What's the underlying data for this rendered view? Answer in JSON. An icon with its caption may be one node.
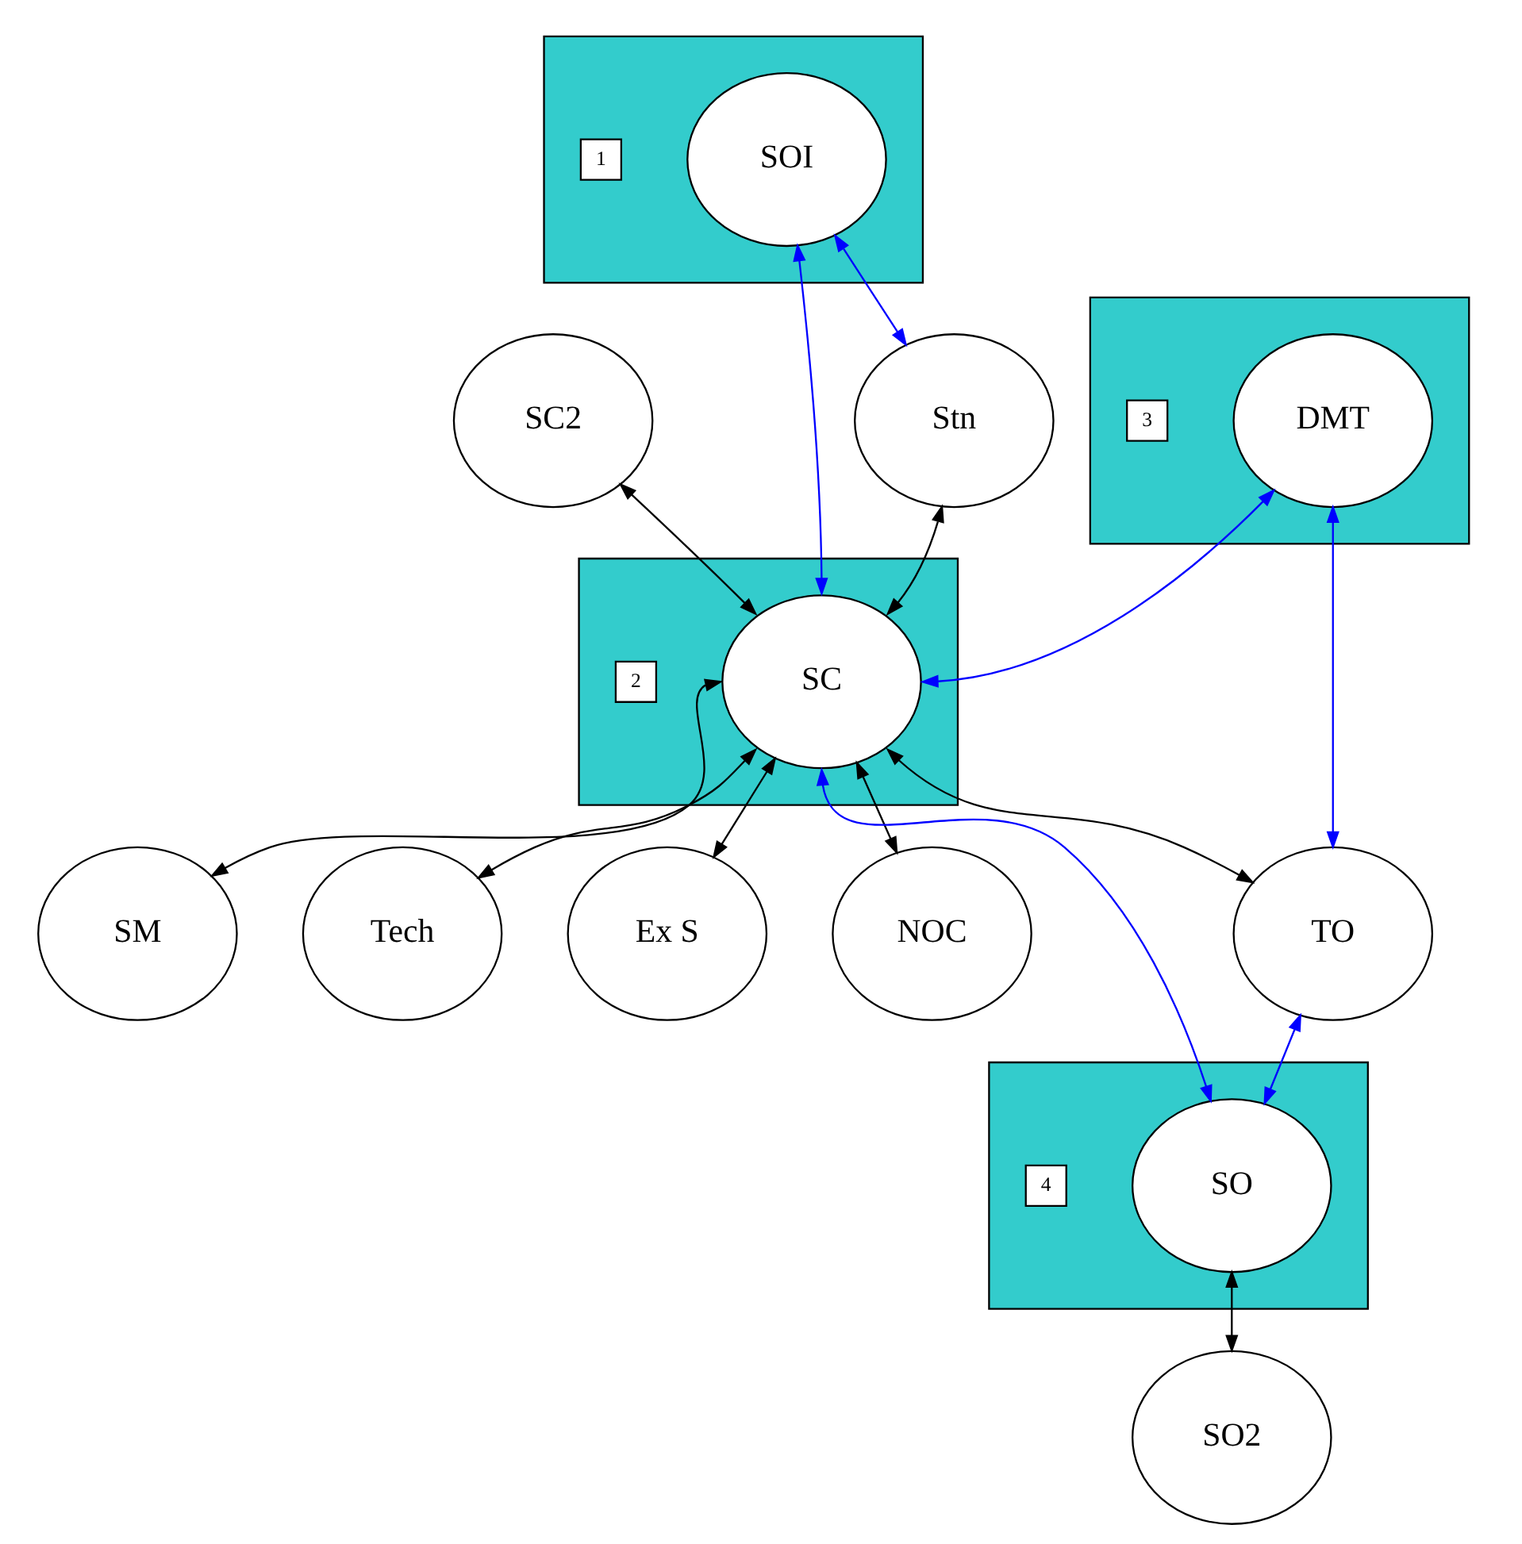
{
  "diagram": {
    "nodes": [
      {
        "text": [
          "SC2"
        ]
      },
      {
        "text": [],
        "shape": "box"
      },
      {
        "text": [
          "SOI"
        ],
        "in": 1
      },
      {
        "text": [
          "1"
        ],
        "in": 1
      },
      {
        "text": [
          "Stn"
        ]
      },
      {
        "text": [
          "SM"
        ]
      },
      {
        "text": [],
        "shape": "box"
      },
      {
        "text": [
          "DMT"
        ],
        "in": 6
      },
      {
        "text": [
          "3"
        ],
        "in": 6
      },
      {
        "text": [],
        "shape": "box"
      },
      {
        "text": [
          "SC"
        ],
        "in": 9
      },
      {
        "text": [
          "2"
        ],
        "in": 9
      },
      {
        "text": [
          "Tech"
        ]
      },
      {
        "text": [
          "NOC"
        ]
      },
      {
        "text": [
          "TO"
        ]
      },
      {
        "text": [],
        "shape": "box"
      },
      {
        "text": [
          "SO"
        ],
        "in": 15
      },
      {
        "text": [
          "4"
        ],
        "in": 15
      },
      {
        "text": [
          "Ex S"
        ]
      },
      {
        "text": [
          "SO2"
        ]
      }
    ],
    "edges": [
      {
        "from": 0,
        "to": 10,
        "arrow": "both"
      },
      {
        "from": 2,
        "to": 4,
        "arrow": "both",
        "color": "#0000ff"
      },
      {
        "from": 2,
        "to": 10,
        "arrow": "both",
        "color": "#0000ff"
      },
      {
        "from": 4,
        "to": 10,
        "arrow": "both"
      },
      {
        "from": 10,
        "to": 5,
        "arrow": "both"
      },
      {
        "from": 10,
        "to": 12,
        "arrow": "both"
      },
      {
        "from": 7,
        "to": 10,
        "arrow": "both",
        "color": "#0000ff"
      },
      {
        "from": 10,
        "to": 13,
        "arrow": "both"
      },
      {
        "from": 10,
        "to": 18,
        "arrow": "both"
      },
      {
        "from": 10,
        "to": 16,
        "arrow": "both",
        "color": "#0000ff"
      },
      {
        "from": 10,
        "to": 14,
        "arrow": "both"
      },
      {
        "from": 7,
        "to": 14,
        "arrow": "both",
        "color": "#0000ff"
      },
      {
        "from": 14,
        "to": 16,
        "arrow": "both",
        "color": "#0000ff"
      },
      {
        "from": 16,
        "to": 19,
        "arrow": "both"
      }
    ]
  }
}
